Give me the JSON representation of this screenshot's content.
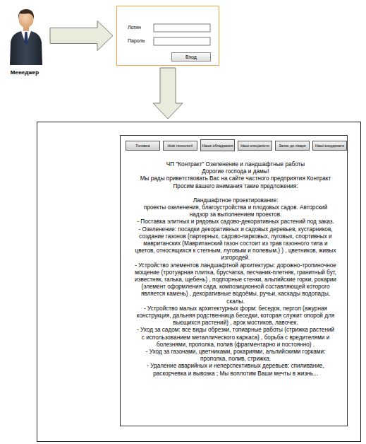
{
  "diagram": {
    "nodes": [
      {
        "text": [
          "Менеджер"
        ]
      },
      {
        "text": [
          "Логин",
          "Пароль"
        ]
      },
      {
        "text": [
          "Вход"
        ],
        "in": 1
      },
      {
        "text": []
      },
      {
        "text": [
          "ЧП \"Контракт\" Озеленение и ландшафтные работы",
          "Дорогие господа и дамы!",
          "Мы рады приветствовать Вас на сайте частного предприятия Контракт",
          "Просим вашего внимания такие предложения:",
          "Ландшафтное проектирование:",
          "проекты озеленения, благоустройства и плодовых садов. Авторский надзор за выполнением проектов.",
          "- Поставка элитных и рядовых садово-декоративных растений под заказ.",
          "- Озеленение: посадки декоративных и садовых деревьев, кустарников, создание газонов (партерных, садово-парковых, луговых, спортивных и мавританских (Мавританский газон состоит из трав газонного типа и цветов, относящихся к степным, луговым и полевым.) ) , цветников, живых изгородей.",
          "- Устройство элементов ландшафтной архитектуры: дорожно-тропиночное мощение (тротуарная плитка, брусчатка, песчаник-плетняк, гранитный бут, известняк, галька, щебень) , подпорные стенки, альпийские горки, рокарии (элемент оформления сада, композиционной составляющей которого является камень) , декоративные водоёмы, ручьи, каскады водопады, скалы.",
          "- Устройство малых архитектурных форм: беседок, пергол (ажурная конструкция, дальняя родственница беседки, которая служит опорой для вьющихся растений) , арок мостиков, лавочек.",
          "- Уход за садом: все виды обрезки, топиарные работы (стрижка растений с использованием металлического каркаса) , борьба с вредителями и болезнями, прополка, полив (фрагментарно и постоянно) .",
          "- Уход за газонами, цветниками, рокариями, альпийскими горками: прополка, полив, стрижка.",
          "- Удаление аварийных и неперспективных деревьев: спиливание, раскорчевка и вывозка ; Мы воплотим Ваши мечты в жизнь..."
        ],
        "in": 3
      },
      {
        "text": [
          "Головна"
        ],
        "in": 4
      },
      {
        "text": [
          "Нові технології"
        ],
        "in": 4
      },
      {
        "text": [
          "Наше обладнання"
        ],
        "in": 4
      },
      {
        "text": [
          "Наші спеціалісти"
        ],
        "in": 4
      },
      {
        "text": [
          "Запис до лікаря"
        ],
        "in": 4
      },
      {
        "text": [
          "Наші координати"
        ],
        "in": 4
      }
    ],
    "edges": [
      {
        "from": 0,
        "to": 1,
        "arrow": "to"
      },
      {
        "from": 1,
        "to": 3,
        "arrow": "to"
      }
    ]
  }
}
